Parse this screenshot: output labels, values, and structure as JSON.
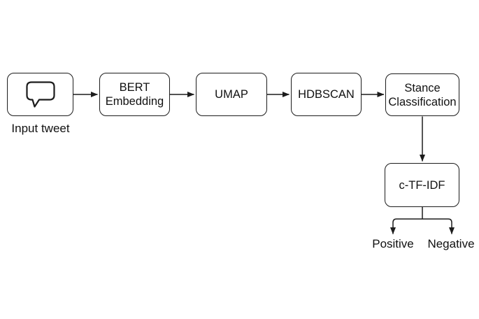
{
  "nodes": {
    "input": {
      "label": "Input tweet",
      "icon": "speech-bubble-icon"
    },
    "bert": {
      "label": "BERT Embedding"
    },
    "umap": {
      "label": "UMAP"
    },
    "hdbscan": {
      "label": "HDBSCAN"
    },
    "stance": {
      "label": "Stance Classification"
    },
    "ctfidf": {
      "label": "c-TF-IDF"
    }
  },
  "outputs": {
    "positive": {
      "label": "Positive"
    },
    "negative": {
      "label": "Negative"
    }
  },
  "colors": {
    "stroke": "#1c1c1c",
    "text": "#111111",
    "background": "#ffffff"
  }
}
